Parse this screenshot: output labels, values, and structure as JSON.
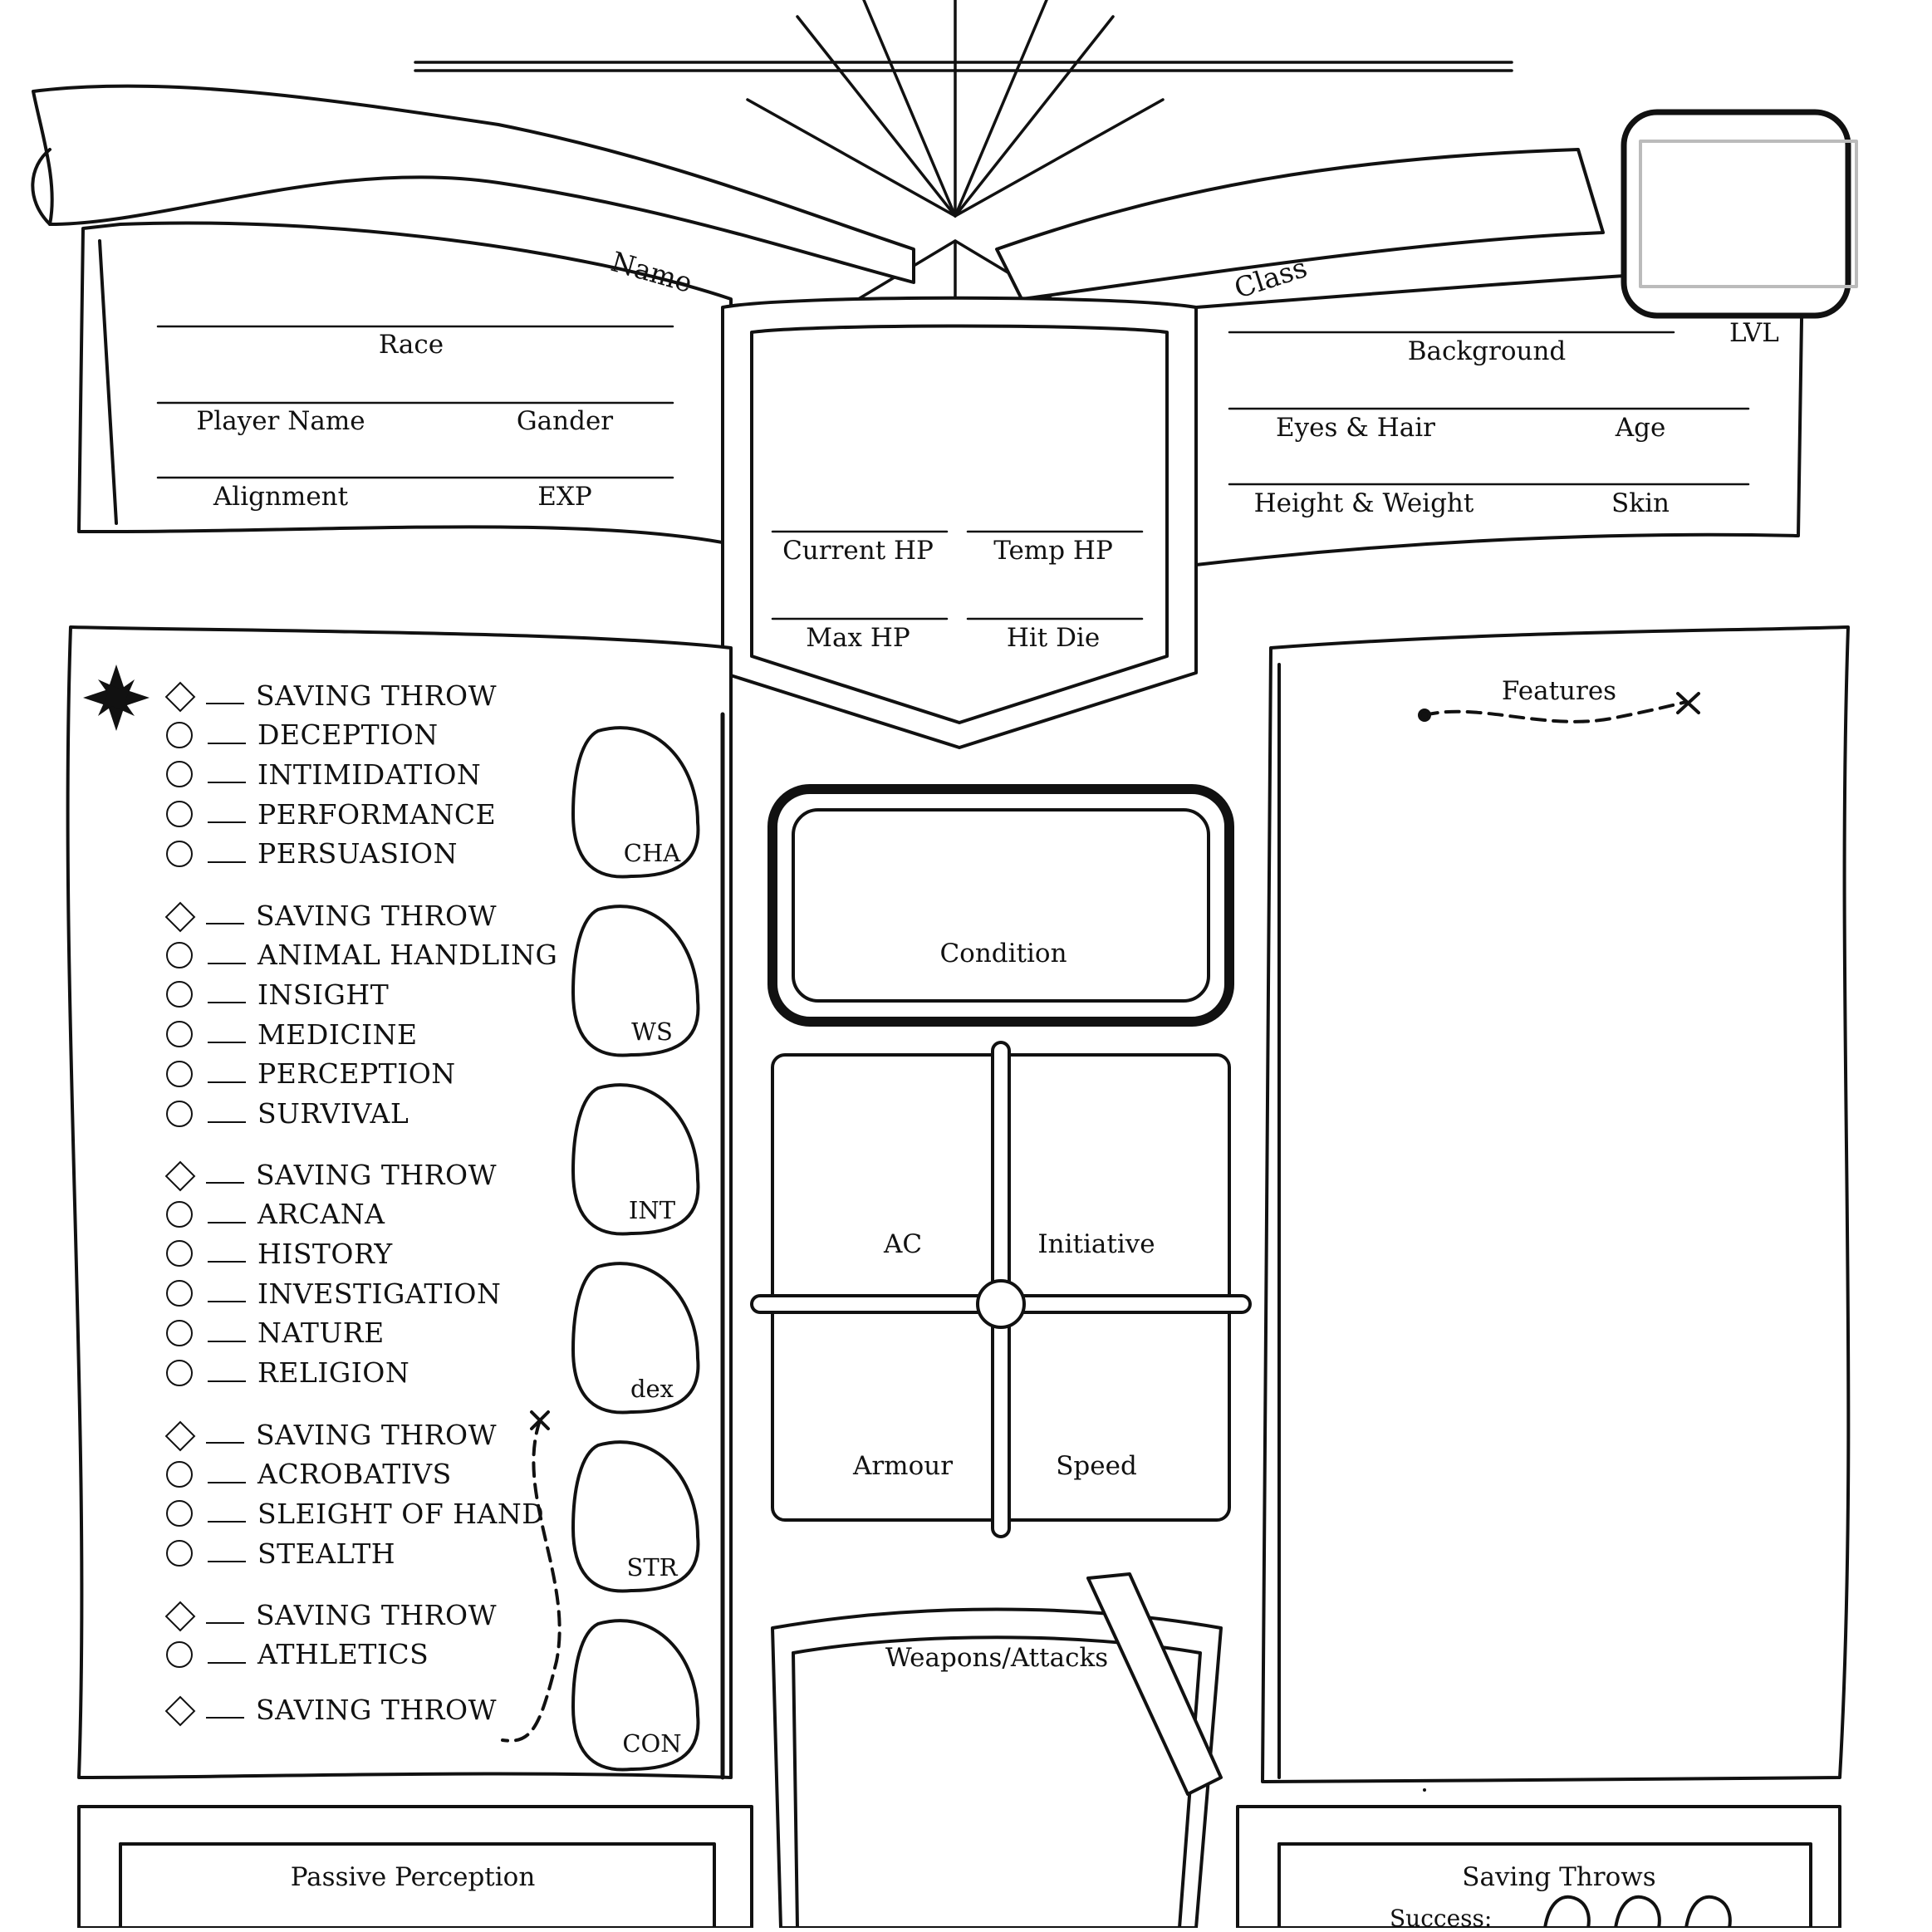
{
  "header": {
    "name_label": "Name",
    "class_label": "Class",
    "level_label": "LVL"
  },
  "left_fields": {
    "race": "Race",
    "player_name": "Player Name",
    "gender": "Gander",
    "alignment": "Alignment",
    "exp": "EXP"
  },
  "right_fields": {
    "background": "Background",
    "eyes_hair": "Eyes & Hair",
    "age": "Age",
    "height_weight": "Height & Weight",
    "skin": "Skin"
  },
  "hp": {
    "current": "Current HP",
    "temp": "Temp HP",
    "max": "Max HP",
    "hit_die": "Hit Die"
  },
  "skill_groups": [
    {
      "stat": "CHA",
      "skills": [
        "SAVING THROW",
        "DECEPTION",
        "INTIMIDATION",
        "PERFORMANCE",
        "PERSUASION"
      ]
    },
    {
      "stat": "WS",
      "skills": [
        "SAVING THROW",
        "ANIMAL HANDLING",
        "INSIGHT",
        "MEDICINE",
        "PERCEPTION",
        "SURVIVAL"
      ]
    },
    {
      "stat": "INT",
      "skills": [
        "SAVING THROW",
        "ARCANA",
        "HISTORY",
        "INVESTIGATION",
        "NATURE",
        "RELIGION"
      ]
    },
    {
      "stat": "dex",
      "skills": [
        "SAVING THROW",
        "ACROBATIVS",
        "SLEIGHT OF HAND",
        "STEALTH"
      ]
    },
    {
      "stat": "STR",
      "skills": [
        "SAVING THROW",
        "ATHLETICS"
      ]
    },
    {
      "stat": "CON",
      "skills": [
        "SAVING THROW"
      ]
    }
  ],
  "center": {
    "condition": "Condition",
    "ac": "AC",
    "initiative": "Initiative",
    "armour": "Armour",
    "speed": "Speed",
    "weapons": "Weapons/Attacks"
  },
  "features_label": "Features",
  "bottom": {
    "passive_perception": "Passive Perception",
    "saving_throws": "Saving Throws",
    "success": "Success:"
  }
}
